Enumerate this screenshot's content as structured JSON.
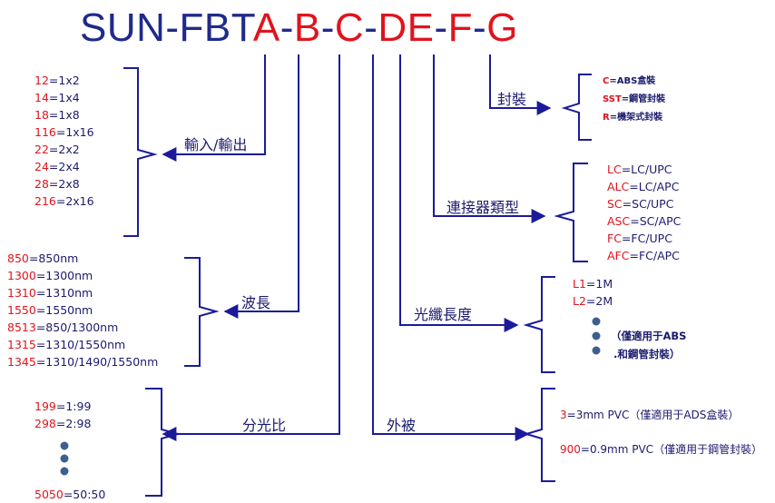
{
  "title": {
    "prefix": "SUN-FBT",
    "segments": [
      "A",
      "B",
      "C",
      "DE",
      "F",
      "G"
    ]
  },
  "groups": {
    "io": {
      "label": "輸入/輸出",
      "items": [
        {
          "code": "12",
          "value": "=1x2"
        },
        {
          "code": "14",
          "value": "=1x4"
        },
        {
          "code": "18",
          "value": "=1x8"
        },
        {
          "code": "116",
          "value": "=1x16"
        },
        {
          "code": "22",
          "value": "=2x2"
        },
        {
          "code": "24",
          "value": "=2x4"
        },
        {
          "code": "28",
          "value": "=2x8"
        },
        {
          "code": "216",
          "value": "=2x16"
        }
      ]
    },
    "wavelength": {
      "label": "波長",
      "items": [
        {
          "code": "850",
          "value": "=850nm"
        },
        {
          "code": "1300",
          "value": "=1300nm"
        },
        {
          "code": "1310",
          "value": "=1310nm"
        },
        {
          "code": "1550",
          "value": "=1550nm"
        },
        {
          "code": "8513",
          "value": "=850/1300nm"
        },
        {
          "code": "1315",
          "value": "=1310/1550nm"
        },
        {
          "code": "1345",
          "value": "=1310/1490/1550nm"
        }
      ]
    },
    "ratio": {
      "label": "分光比",
      "items": [
        {
          "code": "199",
          "value": "=1:99"
        },
        {
          "code": "298",
          "value": "=2:98"
        }
      ],
      "last": {
        "code": "5050",
        "value": "=50:50"
      }
    },
    "package": {
      "label": "封裝",
      "items": [
        {
          "code": "C",
          "value": "=ABS盒裝"
        },
        {
          "code": "SST",
          "value": "=鋼管封裝"
        },
        {
          "code": "R",
          "value": "=機架式封裝"
        }
      ]
    },
    "connector": {
      "label": "連接器類型",
      "items": [
        {
          "code": "LC",
          "value": "=LC/UPC"
        },
        {
          "code": "ALC",
          "value": "=LC/APC"
        },
        {
          "code": "SC",
          "value": "=SC/UPC"
        },
        {
          "code": "ASC",
          "value": "=SC/APC"
        },
        {
          "code": "FC",
          "value": "=FC/UPC"
        },
        {
          "code": "AFC",
          "value": "=FC/APC"
        }
      ]
    },
    "length": {
      "label": "光纖長度",
      "items": [
        {
          "code": "L1",
          "value": "=1M"
        },
        {
          "code": "L2",
          "value": "=2M"
        }
      ],
      "note_line1": "（僅適用于ABS",
      "note_line2": ".和鋼管封裝）"
    },
    "jacket": {
      "label": "外被",
      "items": [
        {
          "code": "3",
          "value": "=3mm PVC（僅適用于ADS盒裝）"
        },
        {
          "code": "900",
          "value": "=0.9mm PVC（僅適用于鋼管封裝）"
        }
      ]
    }
  },
  "colors": {
    "line": "#1b1b9a",
    "code": "#e0141e",
    "text": "#1b1b6e",
    "dot": "#3d5f8f"
  }
}
